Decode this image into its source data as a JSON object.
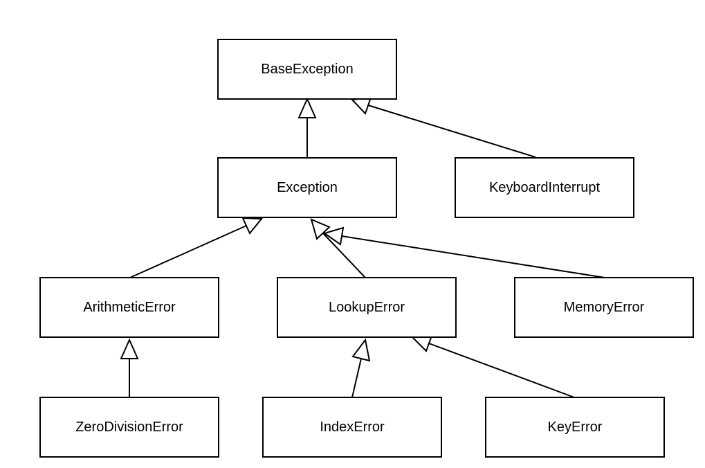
{
  "diagram": {
    "nodes": [
      {
        "id": "BaseException",
        "label": "BaseException"
      },
      {
        "id": "Exception",
        "label": "Exception"
      },
      {
        "id": "KeyboardInterrupt",
        "label": "KeyboardInterrupt"
      },
      {
        "id": "ArithmeticError",
        "label": "ArithmeticError"
      },
      {
        "id": "LookupError",
        "label": "LookupError"
      },
      {
        "id": "MemoryError",
        "label": "MemoryError"
      },
      {
        "id": "ZeroDivisionError",
        "label": "ZeroDivisionError"
      },
      {
        "id": "IndexError",
        "label": "IndexError"
      },
      {
        "id": "KeyError",
        "label": "KeyError"
      }
    ],
    "edges": [
      {
        "from": "Exception",
        "to": "BaseException",
        "kind": "inheritance"
      },
      {
        "from": "KeyboardInterrupt",
        "to": "BaseException",
        "kind": "inheritance"
      },
      {
        "from": "ArithmeticError",
        "to": "Exception",
        "kind": "inheritance"
      },
      {
        "from": "LookupError",
        "to": "Exception",
        "kind": "inheritance"
      },
      {
        "from": "MemoryError",
        "to": "Exception",
        "kind": "inheritance"
      },
      {
        "from": "ZeroDivisionError",
        "to": "ArithmeticError",
        "kind": "inheritance"
      },
      {
        "from": "IndexError",
        "to": "LookupError",
        "kind": "inheritance"
      },
      {
        "from": "KeyError",
        "to": "LookupError",
        "kind": "inheritance"
      }
    ]
  }
}
